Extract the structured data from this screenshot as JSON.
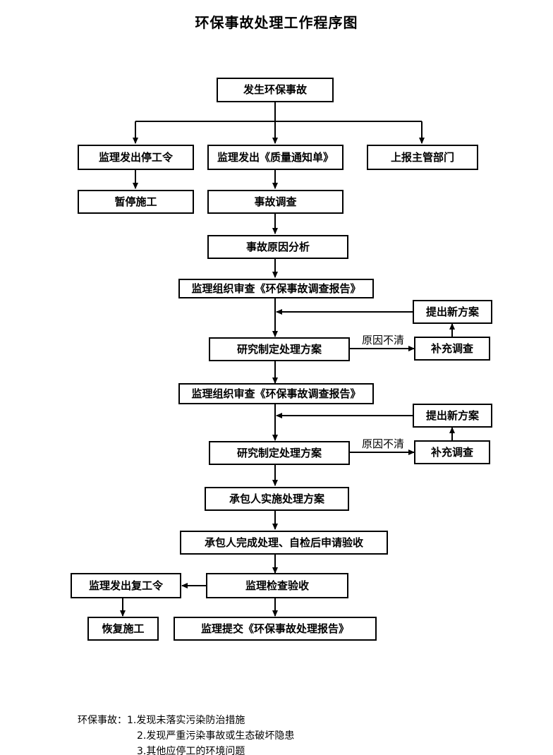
{
  "title": "环保事故处理工作程序图",
  "nodes": {
    "incident": "发生环保事故",
    "stop_order": "监理发出停工令",
    "quality_notice": "监理发出《质量通知单》",
    "report_authority": "上报主管部门",
    "suspend_work": "暂停施工",
    "investigation": "事故调查",
    "cause_analysis": "事故原因分析",
    "review_report_1": "监理组织审查《环保事故调查报告》",
    "new_plan_1": "提出新方案",
    "supplement_survey_1": "补充调查",
    "make_plan_1": "研究制定处理方案",
    "review_report_2": "监理组织审查《环保事故调查报告》",
    "new_plan_2": "提出新方案",
    "supplement_survey_2": "补充调查",
    "make_plan_2": "研究制定处理方案",
    "contractor_execute": "承包人实施处理方案",
    "contractor_complete": "承包人完成处理、自检后申请验收",
    "resume_order": "监理发出复工令",
    "inspection_accept": "监理检查验收",
    "resume_work": "恢复施工",
    "submit_report": "监理提交《环保事故处理报告》"
  },
  "edge_labels": {
    "cause_unclear_1": "原因不清",
    "cause_unclear_2": "原因不清"
  },
  "footnote": {
    "lead": "环保事故：",
    "items": [
      "1.发现未落实污染防治措施",
      "2.发现严重污染事故或生态破坏隐患",
      "3.其他应停工的环境问题"
    ]
  },
  "colors": {
    "stroke": "#000000",
    "fill": "#ffffff",
    "text": "#000000"
  }
}
